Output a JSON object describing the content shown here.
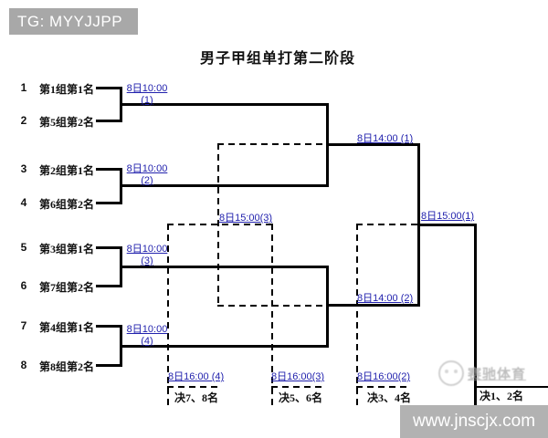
{
  "header": {
    "tg_label": "TG: MYYJJPP",
    "title": "男子甲组单打第二阶段"
  },
  "bracket": {
    "entries": [
      {
        "seed": "1",
        "name": "第1组第1名"
      },
      {
        "seed": "2",
        "name": "第5组第2名"
      },
      {
        "seed": "3",
        "name": "第2组第1名"
      },
      {
        "seed": "4",
        "name": "第6组第2名"
      },
      {
        "seed": "5",
        "name": "第3组第1名"
      },
      {
        "seed": "6",
        "name": "第7组第2名"
      },
      {
        "seed": "7",
        "name": "第4组第1名"
      },
      {
        "seed": "8",
        "name": "第8组第2名"
      }
    ],
    "quarterfinals": [
      {
        "time": "8日10:00",
        "num": "(1)"
      },
      {
        "time": "8日10:00",
        "num": "(2)"
      },
      {
        "time": "8日10:00",
        "num": "(3)"
      },
      {
        "time": "8日10:00",
        "num": "(4)"
      }
    ],
    "semifinals": [
      {
        "label": "8日14:00 (1)"
      },
      {
        "label": "8日14:00 (2)"
      }
    ],
    "final_label": "8日15:00(1)",
    "consolation_label": "8日15:00(3)",
    "placement_matches": [
      {
        "time": "8日16:00 (4)",
        "title": "决7、8名"
      },
      {
        "time": "8日16:00(3)",
        "title": "决5、6名"
      },
      {
        "time": "8日16:00(2)",
        "title": "决3、4名"
      },
      {
        "time": "",
        "title": "决1、2名"
      }
    ]
  },
  "watermark": {
    "text": "赛驰体育"
  },
  "footer": {
    "url": "www.jnscjx.com"
  },
  "colors": {
    "link_blue": "#2121ad",
    "bar_gray": "#a8a8a8",
    "line_black": "#000000"
  }
}
